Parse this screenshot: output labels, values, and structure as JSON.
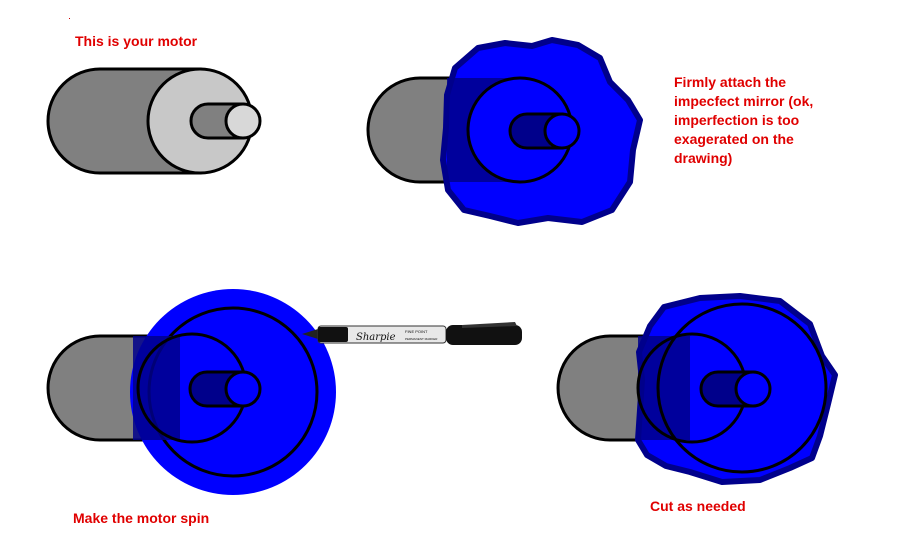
{
  "captions": {
    "step1": "This is your motor",
    "step2": "Firmly attach the impecfect mirror (ok, imperfection is too exagerated on the drawing)",
    "step3": "Make the motor spin",
    "step4": "Cut as needed"
  },
  "marker": {
    "brand": "Sharpie",
    "tip": "FINE POINT",
    "sub": "PERMANENT MARKER"
  },
  "colors": {
    "caption": "#e00000",
    "motor_body": "#808080",
    "motor_front": "#c8c8c8",
    "mirror": "#0000ff",
    "mirror_rim": "#00008b",
    "outline": "#000000"
  }
}
